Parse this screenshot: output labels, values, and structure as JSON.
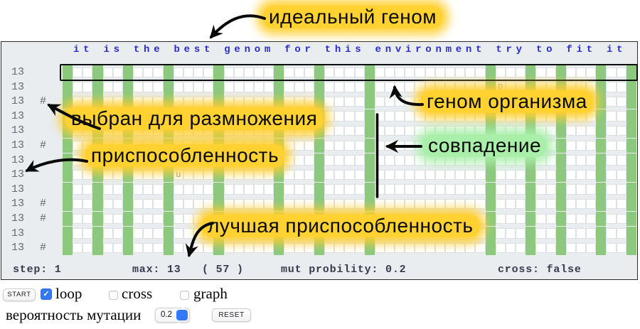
{
  "panel": {
    "header_text": "it is the best genom for this environment try to fit it",
    "environment": " it is the best genom for this environment try to fit it ",
    "genome_length": 57,
    "selected_marker": "#",
    "rows": [
      {
        "fitness": "13",
        "selected": false,
        "letters": {}
      },
      {
        "fitness": "13",
        "selected": false,
        "letters": {
          "43": "p"
        }
      },
      {
        "fitness": "13",
        "selected": true,
        "letters": {}
      },
      {
        "fitness": "13",
        "selected": false,
        "letters": {}
      },
      {
        "fitness": "13",
        "selected": false,
        "letters": {}
      },
      {
        "fitness": "13",
        "selected": true,
        "letters": {}
      },
      {
        "fitness": "13",
        "selected": false,
        "letters": {}
      },
      {
        "fitness": "13",
        "selected": false,
        "letters": {
          "11": "u"
        }
      },
      {
        "fitness": "13",
        "selected": false,
        "letters": {}
      },
      {
        "fitness": "13",
        "selected": true,
        "letters": {}
      },
      {
        "fitness": "13",
        "selected": true,
        "letters": {}
      },
      {
        "fitness": "13",
        "selected": false,
        "letters": {}
      },
      {
        "fitness": "13",
        "selected": true,
        "letters": {}
      }
    ],
    "status": {
      "step": "step: 1",
      "max": "max: 13   ( 57 )",
      "mut": "mut probility: 0.2",
      "cross": "cross: false"
    }
  },
  "annotations": {
    "ideal_genome": "идеальный геном",
    "organism_genome": "геном организма",
    "selected_for_breeding": "выбран для размножения",
    "fitness": "приспособленность",
    "match": "совпадение",
    "best_fitness": "лучшая приспособленность"
  },
  "controls": {
    "start_label": "START",
    "reset_label": "RESET",
    "checkboxes": [
      {
        "label": "loop",
        "checked": true
      },
      {
        "label": "cross",
        "checked": false
      },
      {
        "label": "graph",
        "checked": false
      }
    ],
    "mutation_label": "вероятность мутации",
    "mutation_value": "0.2",
    "check_glyph": "✓"
  },
  "colors": {
    "match_green": "#8cc97e",
    "header_blue": "#2a2ac8",
    "glow_yellow": "#ffd231",
    "glow_green": "#a9efa9",
    "accent_blue": "#3478f6",
    "panel_bg": "#e9edf0"
  }
}
